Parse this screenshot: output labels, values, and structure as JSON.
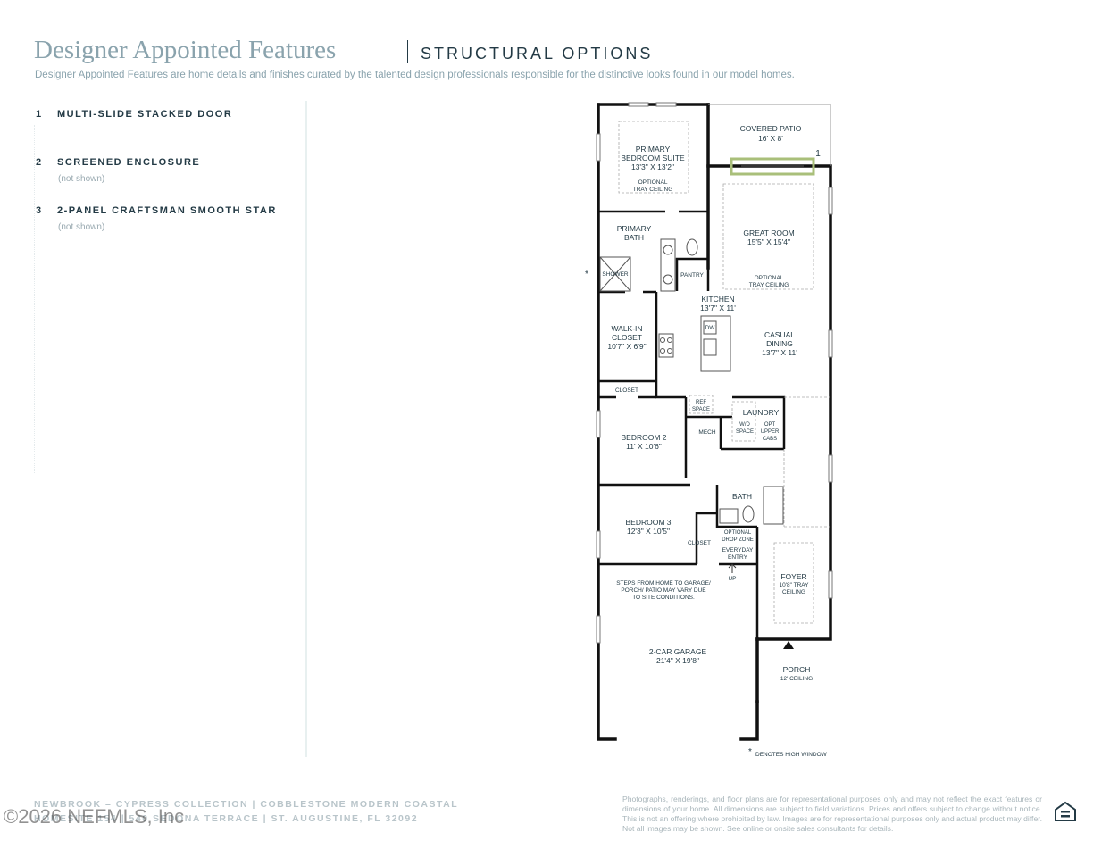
{
  "header": {
    "title": "Designer Appointed Features",
    "subtitle": "STRUCTURAL OPTIONS",
    "description": "Designer Appointed Features are home details and finishes curated by the talented design professionals responsible for the distinctive looks found in our model homes."
  },
  "features": [
    {
      "num": "1",
      "name": "MULTI-SLIDE STACKED DOOR",
      "note": ""
    },
    {
      "num": "2",
      "name": "SCREENED ENCLOSURE",
      "note": "(not shown)"
    },
    {
      "num": "3",
      "name": "2-PANEL CRAFTSMAN SMOOTH STAR",
      "note": "(not shown)"
    }
  ],
  "plan": {
    "covered_patio": {
      "name": "COVERED PATIO",
      "dim": "16' X 8'"
    },
    "primary_bedroom": {
      "line1": "PRIMARY",
      "line2": "BEDROOM SUITE",
      "dim": "13'3\" X 13'2\"",
      "opt1": "OPTIONAL",
      "opt2": "TRAY CEILING"
    },
    "marker": "1",
    "great_room": {
      "name": "GREAT ROOM",
      "dim": "15'5\" X 15'4\"",
      "opt1": "OPTIONAL",
      "opt2": "TRAY CEILING"
    },
    "primary_bath": {
      "line1": "PRIMARY",
      "line2": "BATH"
    },
    "shower": "SHOWER",
    "pantry": "PANTRY",
    "kitchen": {
      "name": "KITCHEN",
      "dim": "13'7\" X 11'"
    },
    "dw": "DW",
    "walk_in_closet": {
      "line1": "WALK-IN",
      "line2": "CLOSET",
      "dim": "10'7\" X 6'9\""
    },
    "casual_dining": {
      "line1": "CASUAL",
      "line2": "DINING",
      "dim": "13'7\" X 11'"
    },
    "closet": "CLOSET",
    "ref_space": {
      "line1": "REF",
      "line2": "SPACE"
    },
    "laundry": "LAUNDRY",
    "wd_space": {
      "line1": "W/D",
      "line2": "SPACE"
    },
    "opt_upper": {
      "line1": "OPT",
      "line2": "UPPER",
      "line3": "CABS"
    },
    "mech": "MECH",
    "bedroom2": {
      "name": "BEDROOM 2",
      "dim": "11' X 10'6\""
    },
    "bath": "BATH",
    "bedroom3": {
      "name": "BEDROOM 3",
      "dim": "12'3\" X 10'5\""
    },
    "closet2": "CLOSET",
    "drop_zone": {
      "line1": "OPTIONAL",
      "line2": "DROP ZONE"
    },
    "everyday_entry": {
      "line1": "EVERYDAY",
      "line2": "ENTRY"
    },
    "up": "UP",
    "foyer": {
      "name": "FOYER",
      "line1": "10'8\" TRAY",
      "line2": "CEILING"
    },
    "steps_note": {
      "line1": "STEPS FROM HOME TO GARAGE/",
      "line2": "PORCH/ PATIO MAY VARY DUE",
      "line3": "TO SITE CONDITIONS."
    },
    "garage": {
      "name": "2-CAR GARAGE",
      "dim": "21'4\" X 19'8\""
    },
    "porch": {
      "name": "PORCH",
      "dim": "12' CEILING"
    },
    "asterisk": "*",
    "high_window_note": "DENOTES HIGH WINDOW"
  },
  "footer": {
    "line1": "NEWBROOK – CYPRESS COLLECTION  |  COBBLESTONE MODERN COASTAL",
    "line2": "HOMESITE 154  |  540 SEDONA TERRACE  |  ST. AUGUSTINE, FL 32092",
    "copyright": "©2026 NEFMLS, Inc",
    "disclaimer": "Photographs, renderings, and floor plans are for representational purposes only and may not reflect the exact features or dimensions of your home. All dimensions are subject to field variations. Prices and offers subject to change without notice. This is not an offering where prohibited by law. Images are for representational purposes only and actual product may differ. Not all images may be shown. See online or onsite sales consultants for details."
  },
  "colors": {
    "accent": "#8aa3ad",
    "ink": "#233a45",
    "highlight": "#a9bf7a"
  },
  "icons": {
    "equal_housing": "equal-housing-opportunity-icon"
  }
}
